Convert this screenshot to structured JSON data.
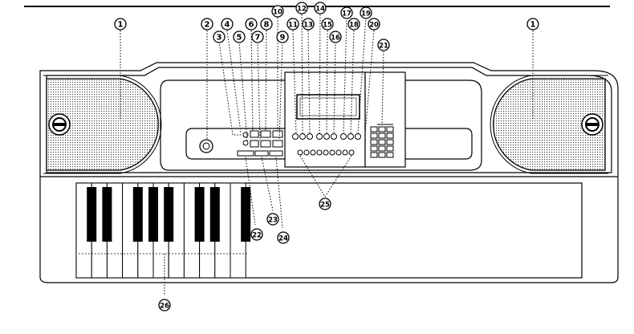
{
  "diagram": {
    "callouts": [
      {
        "id": "c1a",
        "label": "1"
      },
      {
        "id": "c1b",
        "label": "1"
      },
      {
        "id": "c2",
        "label": "2"
      },
      {
        "id": "c3",
        "label": "3"
      },
      {
        "id": "c4",
        "label": "4"
      },
      {
        "id": "c5",
        "label": "5"
      },
      {
        "id": "c6",
        "label": "6"
      },
      {
        "id": "c7",
        "label": "7"
      },
      {
        "id": "c8",
        "label": "8"
      },
      {
        "id": "c9",
        "label": "9"
      },
      {
        "id": "c10",
        "label": "10"
      },
      {
        "id": "c11",
        "label": "11"
      },
      {
        "id": "c12",
        "label": "12"
      },
      {
        "id": "c13",
        "label": "13"
      },
      {
        "id": "c14",
        "label": "14"
      },
      {
        "id": "c15",
        "label": "15"
      },
      {
        "id": "c16",
        "label": "16"
      },
      {
        "id": "c17",
        "label": "17"
      },
      {
        "id": "c18",
        "label": "18"
      },
      {
        "id": "c19",
        "label": "19"
      },
      {
        "id": "c20",
        "label": "20"
      },
      {
        "id": "c21",
        "label": "21"
      },
      {
        "id": "c22",
        "label": "22"
      },
      {
        "id": "c23",
        "label": "23"
      },
      {
        "id": "c24",
        "label": "24"
      },
      {
        "id": "c25",
        "label": "25"
      },
      {
        "id": "c26",
        "label": "26"
      }
    ]
  }
}
